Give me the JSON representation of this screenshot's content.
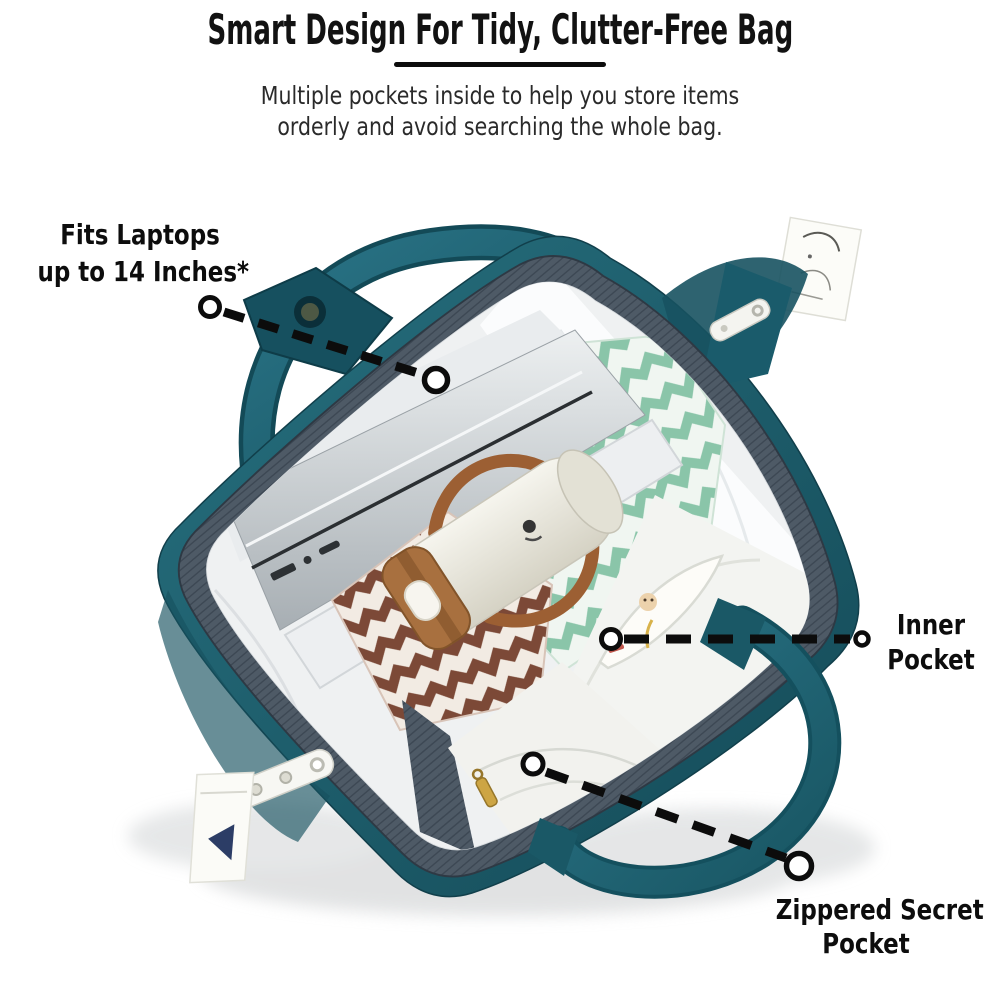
{
  "header": {
    "title": "Smart Design For Tidy, Clutter-Free Bag",
    "subtitle_lines": [
      "Multiple pockets inside to help you store items",
      "orderly and avoid searching the whole bag."
    ]
  },
  "annotations": {
    "fits_laptops": {
      "lines": [
        "Fits Laptops",
        "up to 14 Inches*"
      ]
    },
    "inner_pocket": {
      "lines": [
        "Inner",
        "Pocket"
      ]
    },
    "secret_pocket": {
      "lines": [
        "Zippered Secret",
        "Pocket"
      ]
    }
  },
  "colors": {
    "text": "#111111",
    "bag_teal": "#1d6172",
    "bag_teal_dark": "#14505e",
    "mesh_gray": "#4e5a66",
    "lining_white": "#eff1f2",
    "towel_green": "#8ac5a9",
    "towel_brown": "#7c4937",
    "bottle_lid_brown": "#a8703f",
    "zipper_gold": "#cda544"
  }
}
